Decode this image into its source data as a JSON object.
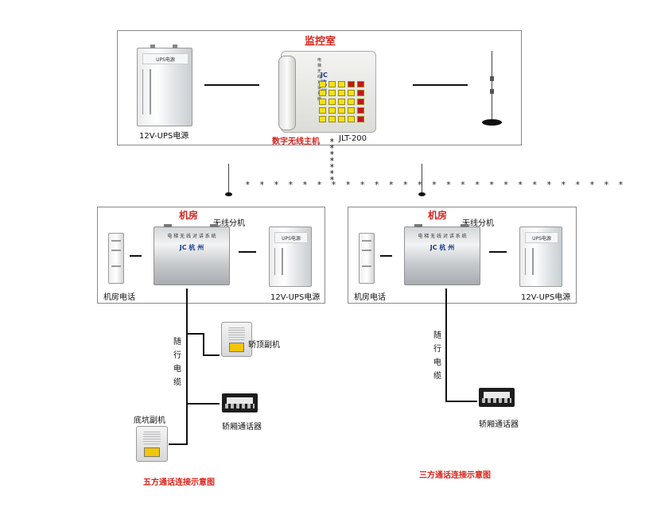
{
  "control_room": {
    "title": "监控室",
    "ups_label": "12V-UPS电源",
    "host_label": "数字无线主机",
    "model": "JLT-200",
    "ups_top_text": "UPS电源"
  },
  "machine_room_left": {
    "title": "机房",
    "subunit_label": "无线分机",
    "phone_label": "机房电话",
    "ups_label": "12V-UPS电源",
    "cable_label": [
      "随",
      "行",
      "电",
      "缆"
    ],
    "car_top_label": "轿顶副机",
    "car_terminal_label": "轿厢通话器",
    "pit_label": "底坑副机",
    "caption": "五方通话连接示意图"
  },
  "machine_room_right": {
    "title": "机房",
    "subunit_label": "无线分机",
    "phone_label": "机房电话",
    "ups_label": "12V-UPS电源",
    "cable_label": [
      "随",
      "行",
      "电",
      "缆"
    ],
    "car_terminal_label": "轿厢通话器",
    "caption": "三方通话连接示意图"
  },
  "colors": {
    "accent_red": "#d8231b",
    "key_yellow": "#f2e21a",
    "key_red": "#c6141c",
    "line": "#111111"
  }
}
